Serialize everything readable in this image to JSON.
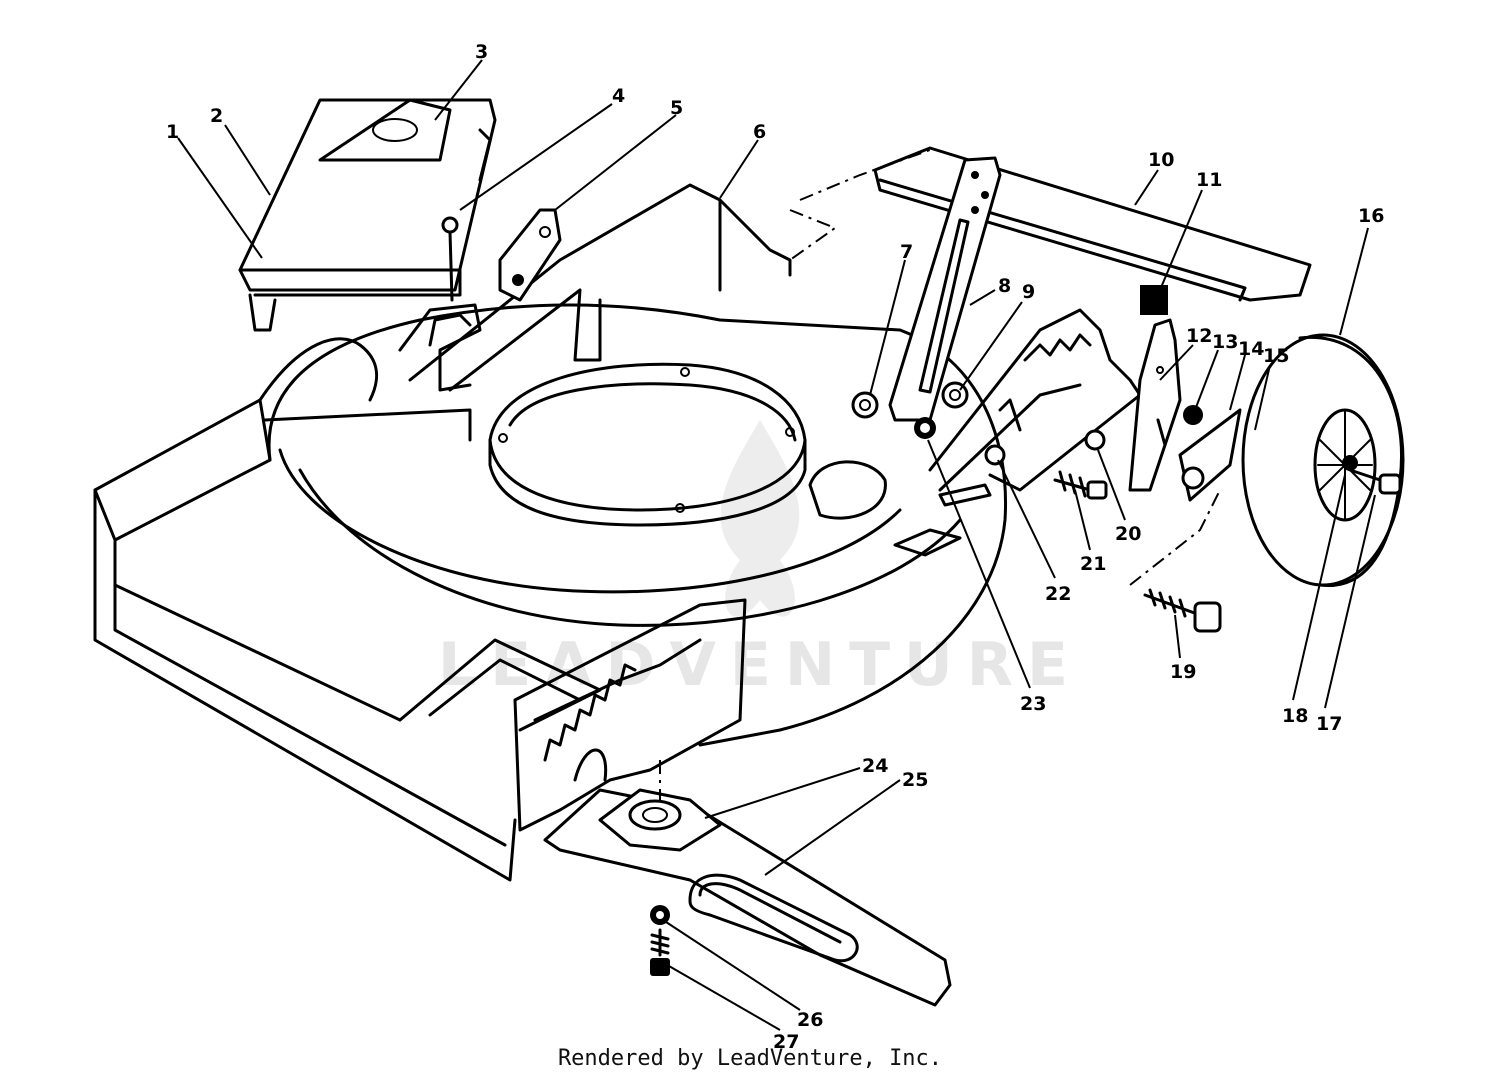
{
  "diagram": {
    "callouts": [
      {
        "label": "1"
      },
      {
        "label": "2"
      },
      {
        "label": "3"
      },
      {
        "label": "4"
      },
      {
        "label": "5"
      },
      {
        "label": "6"
      },
      {
        "label": "7"
      },
      {
        "label": "8"
      },
      {
        "label": "9"
      },
      {
        "label": "10"
      },
      {
        "label": "11"
      },
      {
        "label": "12"
      },
      {
        "label": "13"
      },
      {
        "label": "14"
      },
      {
        "label": "15"
      },
      {
        "label": "16"
      },
      {
        "label": "17"
      },
      {
        "label": "18"
      },
      {
        "label": "19"
      },
      {
        "label": "20"
      },
      {
        "label": "21"
      },
      {
        "label": "22"
      },
      {
        "label": "23"
      },
      {
        "label": "24"
      },
      {
        "label": "25"
      },
      {
        "label": "26"
      },
      {
        "label": "27"
      }
    ],
    "watermark_text": "LEADVENTURE",
    "credit_text": "Rendered by LeadVenture, Inc."
  }
}
